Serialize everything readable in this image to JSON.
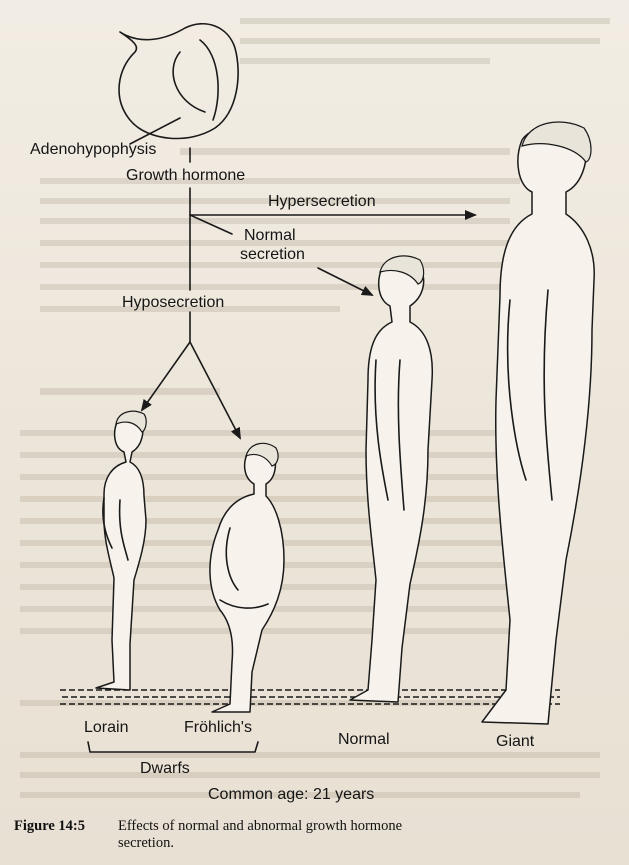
{
  "labels": {
    "adenohypophysis": "Adenohypophysis",
    "growth_hormone": "Growth hormone",
    "hypersecretion": "Hypersecretion",
    "normal_secretion_line1": "Normal",
    "normal_secretion_line2": "secretion",
    "hyposecretion": "Hyposecretion",
    "lorain": "Lorain",
    "frohlich": "Fröhlich's",
    "normal": "Normal",
    "giant": "Giant",
    "dwarfs": "Dwarfs",
    "common_age": "Common age: 21 years"
  },
  "caption": {
    "number": "Figure 14:5",
    "text_line1": "Effects of normal and abnormal growth hormone",
    "text_line2": "secretion."
  }
}
